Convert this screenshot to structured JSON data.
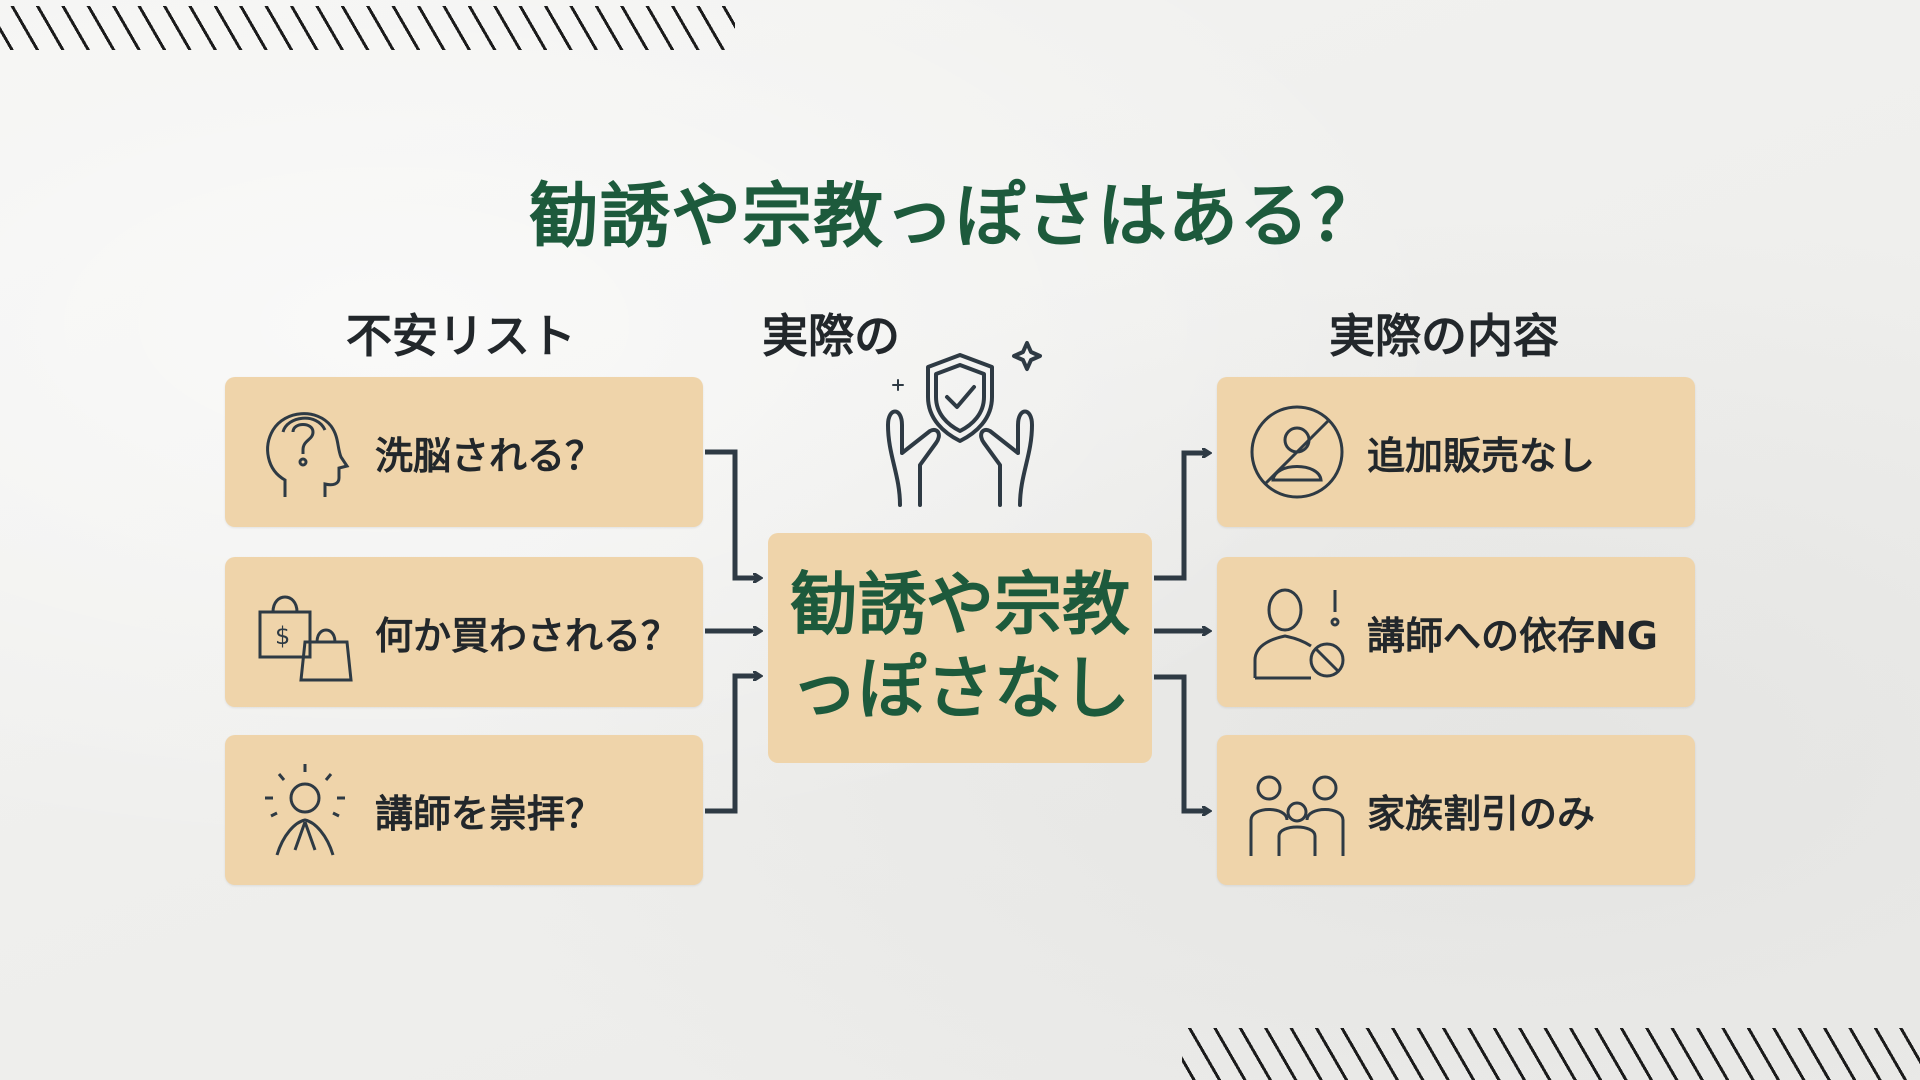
{
  "title": "勧誘や宗教っぽさはある？",
  "headers": {
    "left": "不安リスト",
    "middle": "実際の",
    "right": "実際の内容"
  },
  "worries": [
    {
      "label": "洗脳される？",
      "icon": "head-question-icon"
    },
    {
      "label": "何か買わされる？",
      "icon": "shopping-bags-icon"
    },
    {
      "label": "講師を崇拝？",
      "icon": "praying-person-icon"
    }
  ],
  "center": {
    "line1": "勧誘や宗教",
    "line2": "っぽさなし",
    "icon": "shield-hands-icon"
  },
  "facts": [
    {
      "label": "追加販売なし",
      "icon": "no-person-icon"
    },
    {
      "label": "講師への依存NG",
      "icon": "person-prohibited-icon"
    },
    {
      "label": "家族割引のみ",
      "icon": "family-icon"
    }
  ],
  "colors": {
    "title": "#1d5a3c",
    "box": "#efd4aa",
    "text": "#22272b"
  }
}
